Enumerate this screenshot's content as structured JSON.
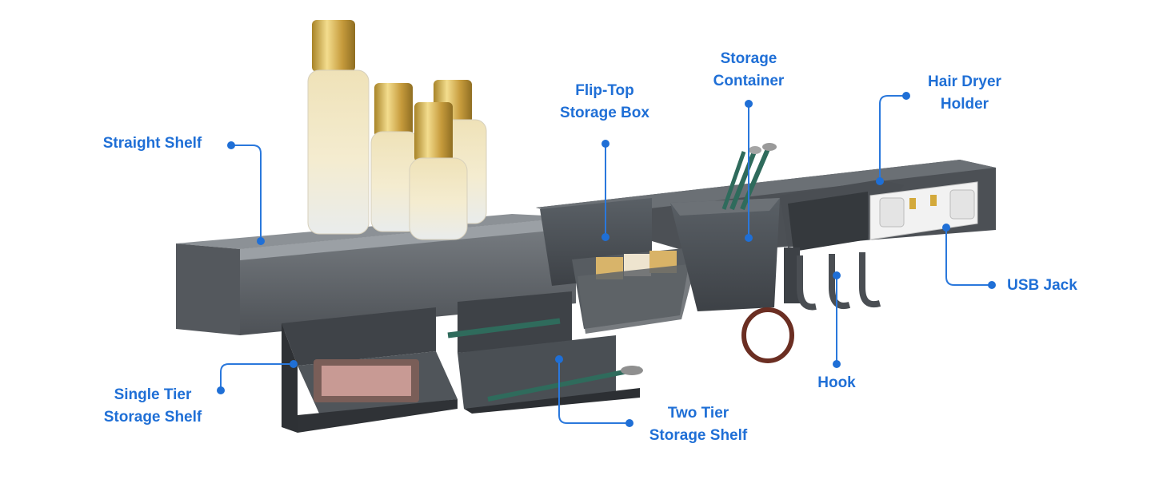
{
  "labels": {
    "straight_shelf": [
      "Straight Shelf"
    ],
    "flip_top_box": [
      "Flip-Top",
      "Storage Box"
    ],
    "storage_container": [
      "Storage",
      "Container"
    ],
    "hair_dryer_holder": [
      "Hair Dryer",
      "Holder"
    ],
    "usb_jack": [
      "USB Jack"
    ],
    "hook": [
      "Hook"
    ],
    "single_tier_shelf": [
      "Single Tier",
      "Storage Shelf"
    ],
    "two_tier_shelf": [
      "Two Tier",
      "Storage Shelf"
    ]
  },
  "colors": {
    "label": "#1f6fd6",
    "callout_line": "#2a78dc",
    "rail_dark": "#4a4e53",
    "rail_light": "#6e7378",
    "gold_cap": "#c9a34a",
    "outlet_plate": "#f2f2f2"
  }
}
